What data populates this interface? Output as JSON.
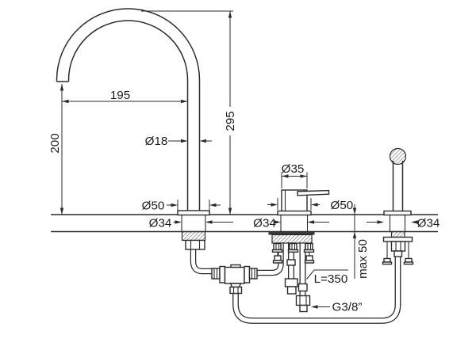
{
  "labels": {
    "spout_reach": "195",
    "spout_outlet_height": "200",
    "overall_height": "295",
    "spout_tube_diameter": "Ø18",
    "spout_base_diameter": "Ø50",
    "spout_hole_diameter": "Ø34",
    "mixer_body_diameter": "Ø35",
    "mixer_base_diameter": "Ø50",
    "mixer_hole_diameter": "Ø34",
    "handshower_base_diameter": "Ø34",
    "deck_thickness": "max 50",
    "hose_length": "L=350",
    "thread_size": "G3/8”"
  },
  "colors": {
    "line": "#2b2b2b",
    "background": "#ffffff"
  }
}
